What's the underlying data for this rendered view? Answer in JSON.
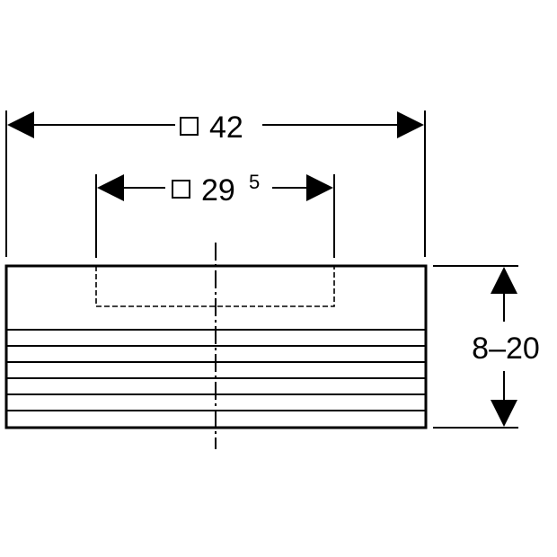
{
  "dimensions": {
    "outer_width": {
      "value": "42",
      "prefix_icon": "square-symbol-icon"
    },
    "inner_width": {
      "value": "29",
      "superscript": "5",
      "prefix_icon": "square-symbol-icon"
    },
    "thickness_range": {
      "value": "8–20"
    }
  },
  "colors": {
    "line": "#000000",
    "background": "#ffffff"
  }
}
